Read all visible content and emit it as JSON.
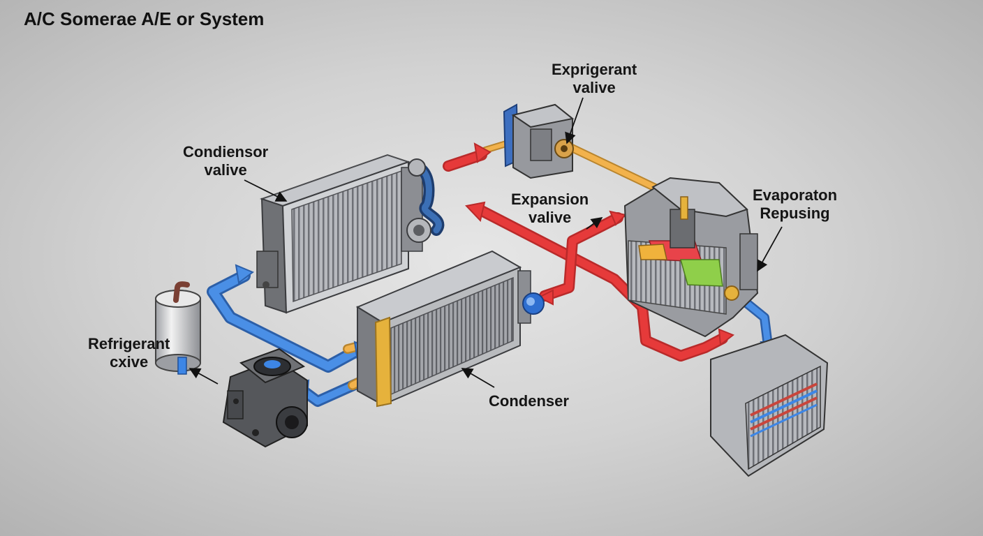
{
  "title": "A/C Somerae A/E or System",
  "colors": {
    "hot_line": "#e63a3a",
    "cold_line": "#3d86e6",
    "liquid_line": "#f2b24c",
    "housing": "#8d8f94",
    "fin_core": "#9a9ca2",
    "arrow_head": "#111111"
  },
  "components": [
    {
      "id": "condensor-valve",
      "lines": [
        "Condiensor",
        "valive"
      ]
    },
    {
      "id": "expansion-refrigerant-valve",
      "lines": [
        "Exprigerant",
        "valive"
      ]
    },
    {
      "id": "expansion-valve",
      "lines": [
        "Expansion",
        "valive"
      ]
    },
    {
      "id": "evaporator-housing",
      "lines": [
        "Evaporaton",
        "Repusing"
      ]
    },
    {
      "id": "refrigerant-drive",
      "lines": [
        "Refrigerant",
        "cxive"
      ]
    },
    {
      "id": "condenser",
      "lines": [
        "Condenser"
      ]
    }
  ],
  "icons": [
    "compressor-icon",
    "receiver-drier-icon",
    "evaporator-icon",
    "blower-icon"
  ]
}
